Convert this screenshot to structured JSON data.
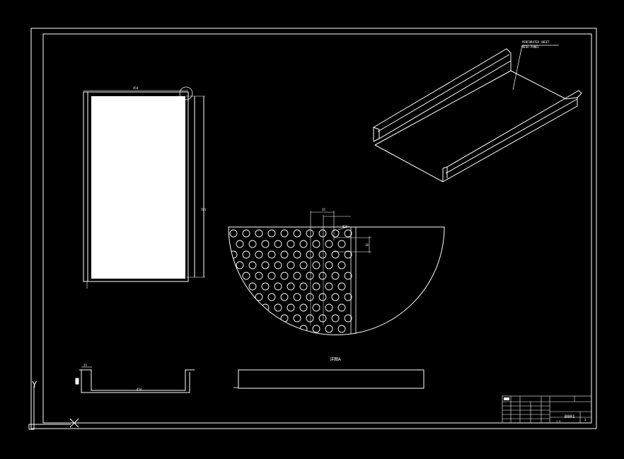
{
  "drawing": {
    "background": "#000000",
    "line_color": "#ffffff",
    "top_dimension": "454",
    "side_dimension": "785",
    "detail_pitch": "35",
    "detail_diameter": "Ø20",
    "detail_offset": "18",
    "profile_height": "25",
    "profile_width": "454",
    "leader_note_line1": "PERFORATED SHEET",
    "leader_note_line2": "MESH PANEL",
    "detail_label": "详图A",
    "title_block": {
      "drawing_no": "B001",
      "scale": "1:5",
      "sheet": "1"
    },
    "ucs_icon": {
      "y_label": "Y",
      "x_label": "X"
    }
  }
}
